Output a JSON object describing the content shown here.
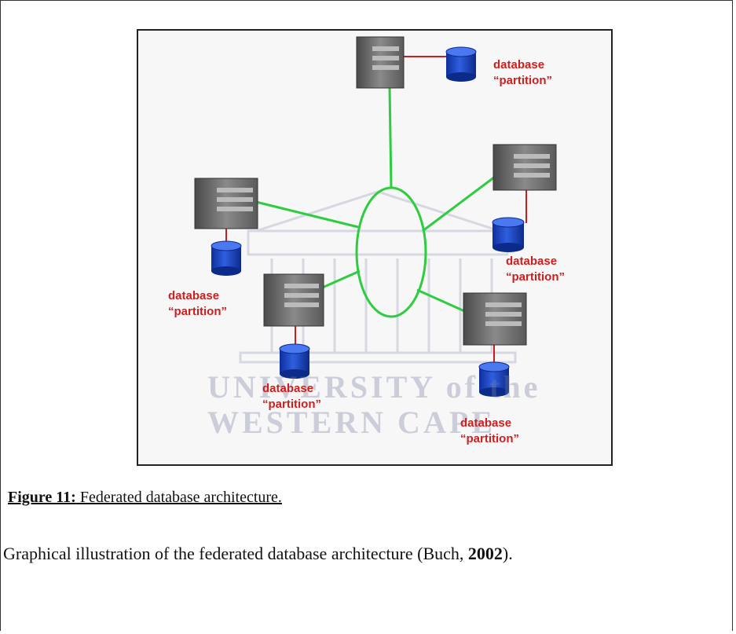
{
  "figure": {
    "watermark": {
      "line1": "UNIVERSITY of the",
      "line2": "WESTERN CAPE"
    },
    "nodes": [
      {
        "label": "database\n“partition”"
      },
      {
        "label": "database\n“partition”"
      },
      {
        "label": "database\n“partition”"
      },
      {
        "label": "database\n“partition”"
      },
      {
        "label": "database\n“partition”"
      }
    ],
    "colors": {
      "label": "#cc1f1f",
      "link": "#2ecc40",
      "database": "#1a44c8",
      "server": "#6b6b6b"
    }
  },
  "caption": {
    "label": "Figure 11:",
    "text": " Federated database architecture."
  },
  "description": {
    "before": "Graphical illustration of the federated database architecture (Buch, ",
    "year": "2002",
    "after": ")."
  }
}
